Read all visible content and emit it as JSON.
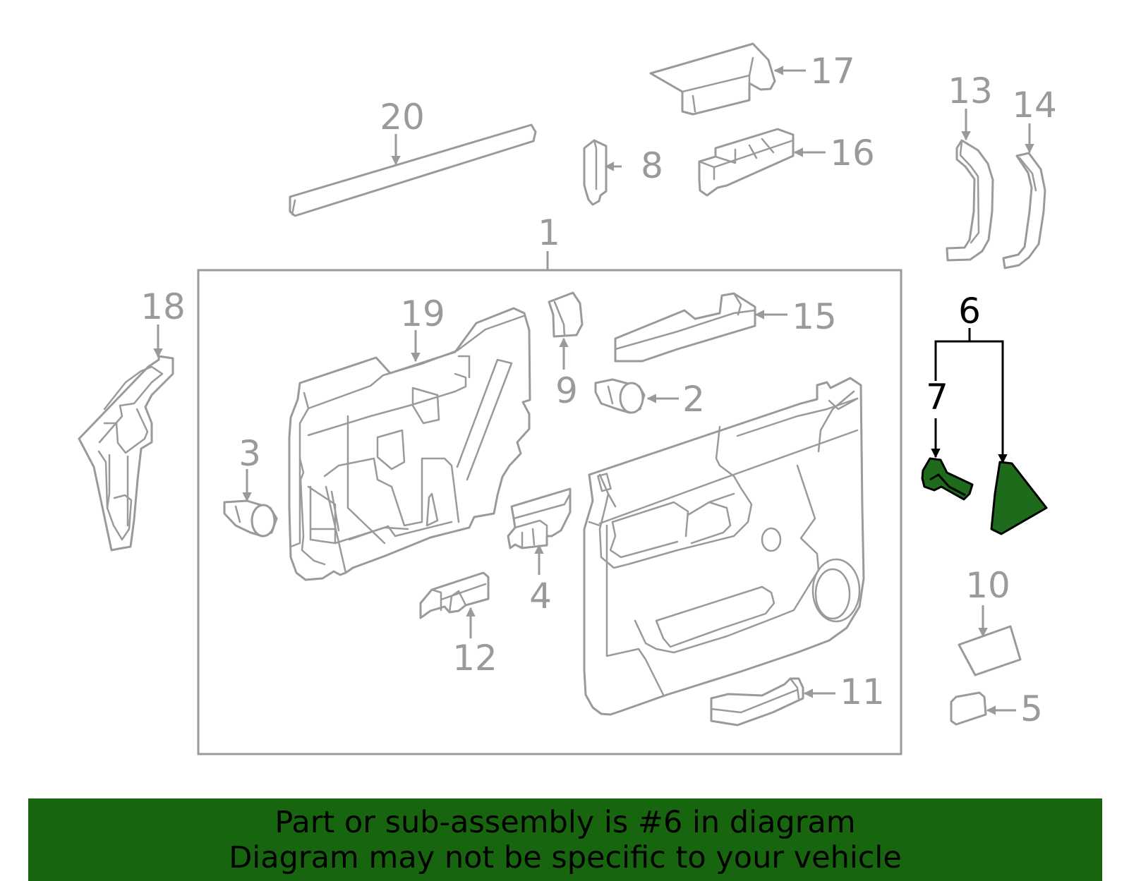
{
  "diagram": {
    "labels": {
      "p1": "1",
      "p2": "2",
      "p3": "3",
      "p4": "4",
      "p5": "5",
      "p6": "6",
      "p7": "7",
      "p8": "8",
      "p9": "9",
      "p10": "10",
      "p11": "11",
      "p12": "12",
      "p13": "13",
      "p14": "14",
      "p15": "15",
      "p16": "16",
      "p17": "17",
      "p18": "18",
      "p19": "19",
      "p20": "20"
    },
    "highlight_color": "#1e6b1b",
    "line_color": "#9a9a9a"
  },
  "banner": {
    "line1": "Part or sub-assembly is #6 in diagram",
    "line2": "Diagram may not be specific to your vehicle",
    "background": "#17660f"
  }
}
